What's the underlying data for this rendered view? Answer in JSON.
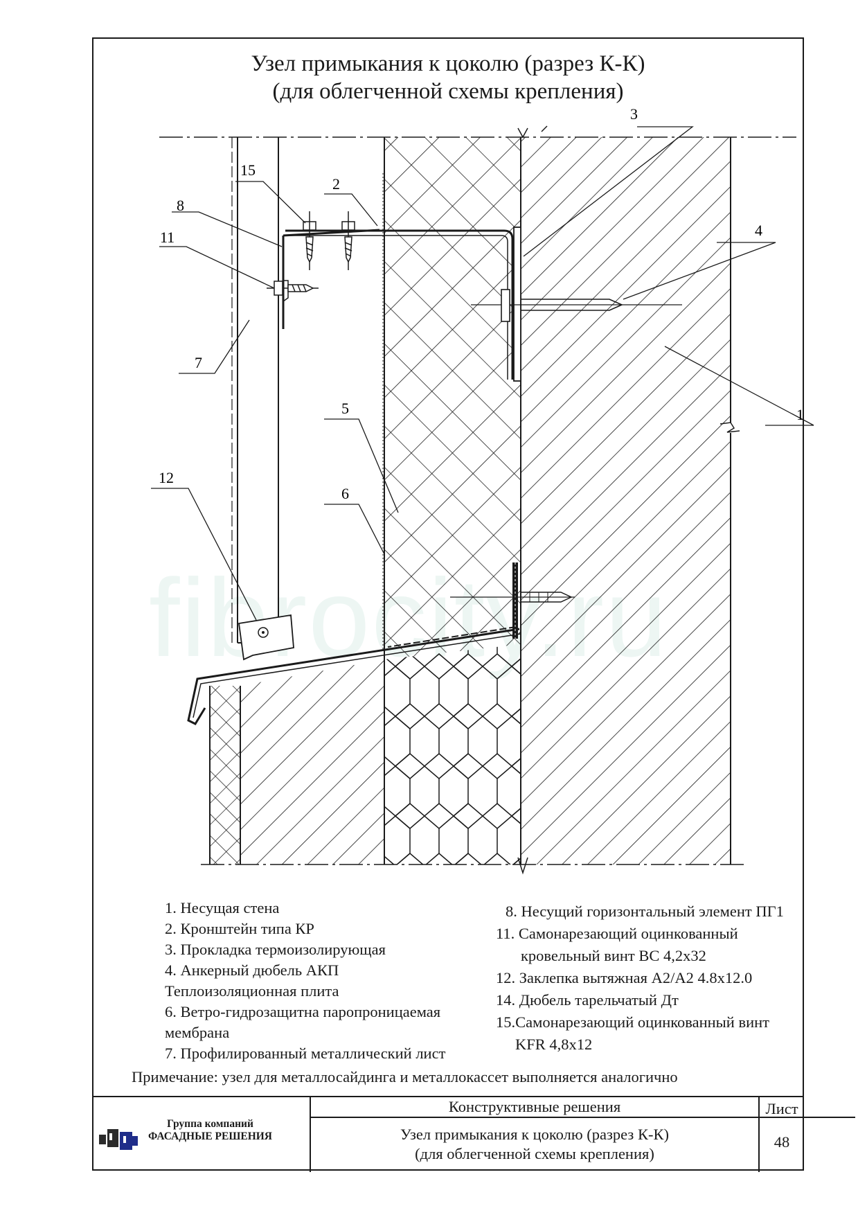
{
  "title": {
    "line1": "Узел примыкания к цоколю (разрез К-К)",
    "line2": "(для облегченной схемы крепления)"
  },
  "watermark": "fibrocity.ru",
  "callouts": [
    "1",
    "2",
    "3",
    "4",
    "5",
    "6",
    "7",
    "8",
    "11",
    "12",
    "15"
  ],
  "legend_left": [
    "1. Несущая стена",
    "2. Кронштейн типа КР",
    "3. Прокладка термоизолирующая",
    "4. Анкерный дюбель АКП",
    "Теплоизоляционная плита",
    "6. Ветро-гидрозащитна паропроницаемая",
    "мембрана",
    "7. Профилированный металлический лист"
  ],
  "legend_right": [
    "8. Несущий горизонтальный элемент ПГ1",
    "11. Самонарезающий оцинкованный",
    "кровельный винт ВС 4,2х32",
    "12. Заклепка вытяжная А2/А2 4.8х12.0",
    "14. Дюбель тарельчатый Дт",
    "15.Самонарезающий оцинкованный винт",
    "KFR 4,8х12"
  ],
  "note": "Примечание: узел для металлосайдинга и металлокассет выполняется аналогично",
  "title_block": {
    "company_line1": "Группа компаний",
    "company_line2": "ФАСАДНЫЕ РЕШЕНИЯ",
    "section": "Конструктивные решения",
    "drawing_line1": "Узел примыкания к цоколю (разрез К-К)",
    "drawing_line2": "(для облегченной схемы крепления)",
    "sheet_label": "Лист",
    "sheet_number": "48"
  },
  "colors": {
    "ink": "#1a1a1a",
    "logo_blue": "#1f2d8a",
    "logo_dark": "#2b2b2b",
    "watermark": "#e9f4f1"
  },
  "icons": [
    "company-logo-icon"
  ]
}
